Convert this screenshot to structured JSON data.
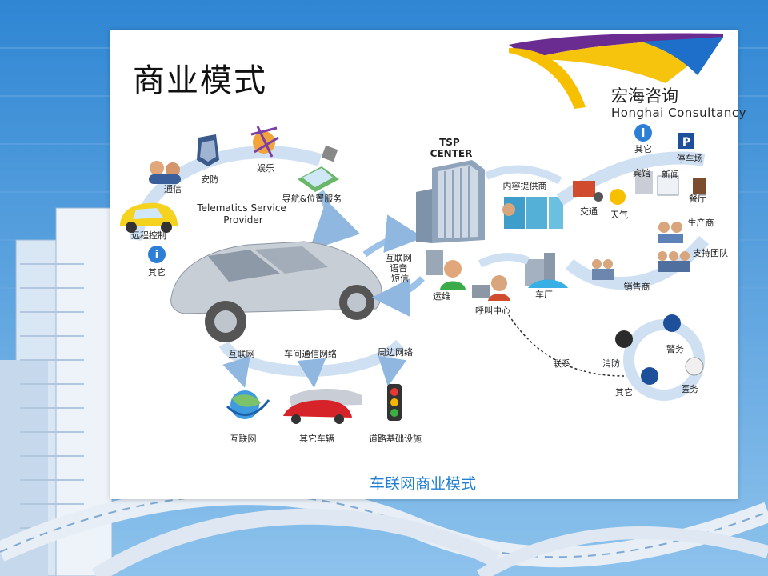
{
  "slide": {
    "title": "商业模式",
    "caption": "车联网商业模式"
  },
  "logo": {
    "name_cn": "宏海咨询",
    "name_en": "Honghai Consultancy",
    "colors": {
      "purple": "#6a2c91",
      "yellow": "#f6c000",
      "blue": "#1e6fc9"
    }
  },
  "diagram": {
    "left_cluster": {
      "label": "Telematics Service\nProvider",
      "nodes": [
        "安防",
        "娱乐",
        "通信",
        "导航&位置服务",
        "远程控制",
        "其它"
      ]
    },
    "car_links": {
      "tsp_link": "互联网\n语音\n短信",
      "networks": [
        "互联网",
        "车间通信网络",
        "周边网络"
      ],
      "endpoints": [
        "互联网",
        "其它车辆",
        "道路基础设施"
      ]
    },
    "tsp": {
      "label": "TSP\nCENTER",
      "nodes": [
        "运维",
        "呼叫中心",
        "车厂",
        "内容提供商"
      ]
    },
    "content_services": {
      "items": [
        "交通",
        "天气",
        "宾馆",
        "新闻",
        "其它",
        "停车场",
        "餐厅"
      ]
    },
    "supply_chain": {
      "items": [
        "生产商",
        "支持团队",
        "销售商"
      ]
    },
    "emergency": {
      "link": "联系",
      "items": [
        "警务",
        "消防",
        "医务",
        "其它"
      ]
    }
  }
}
